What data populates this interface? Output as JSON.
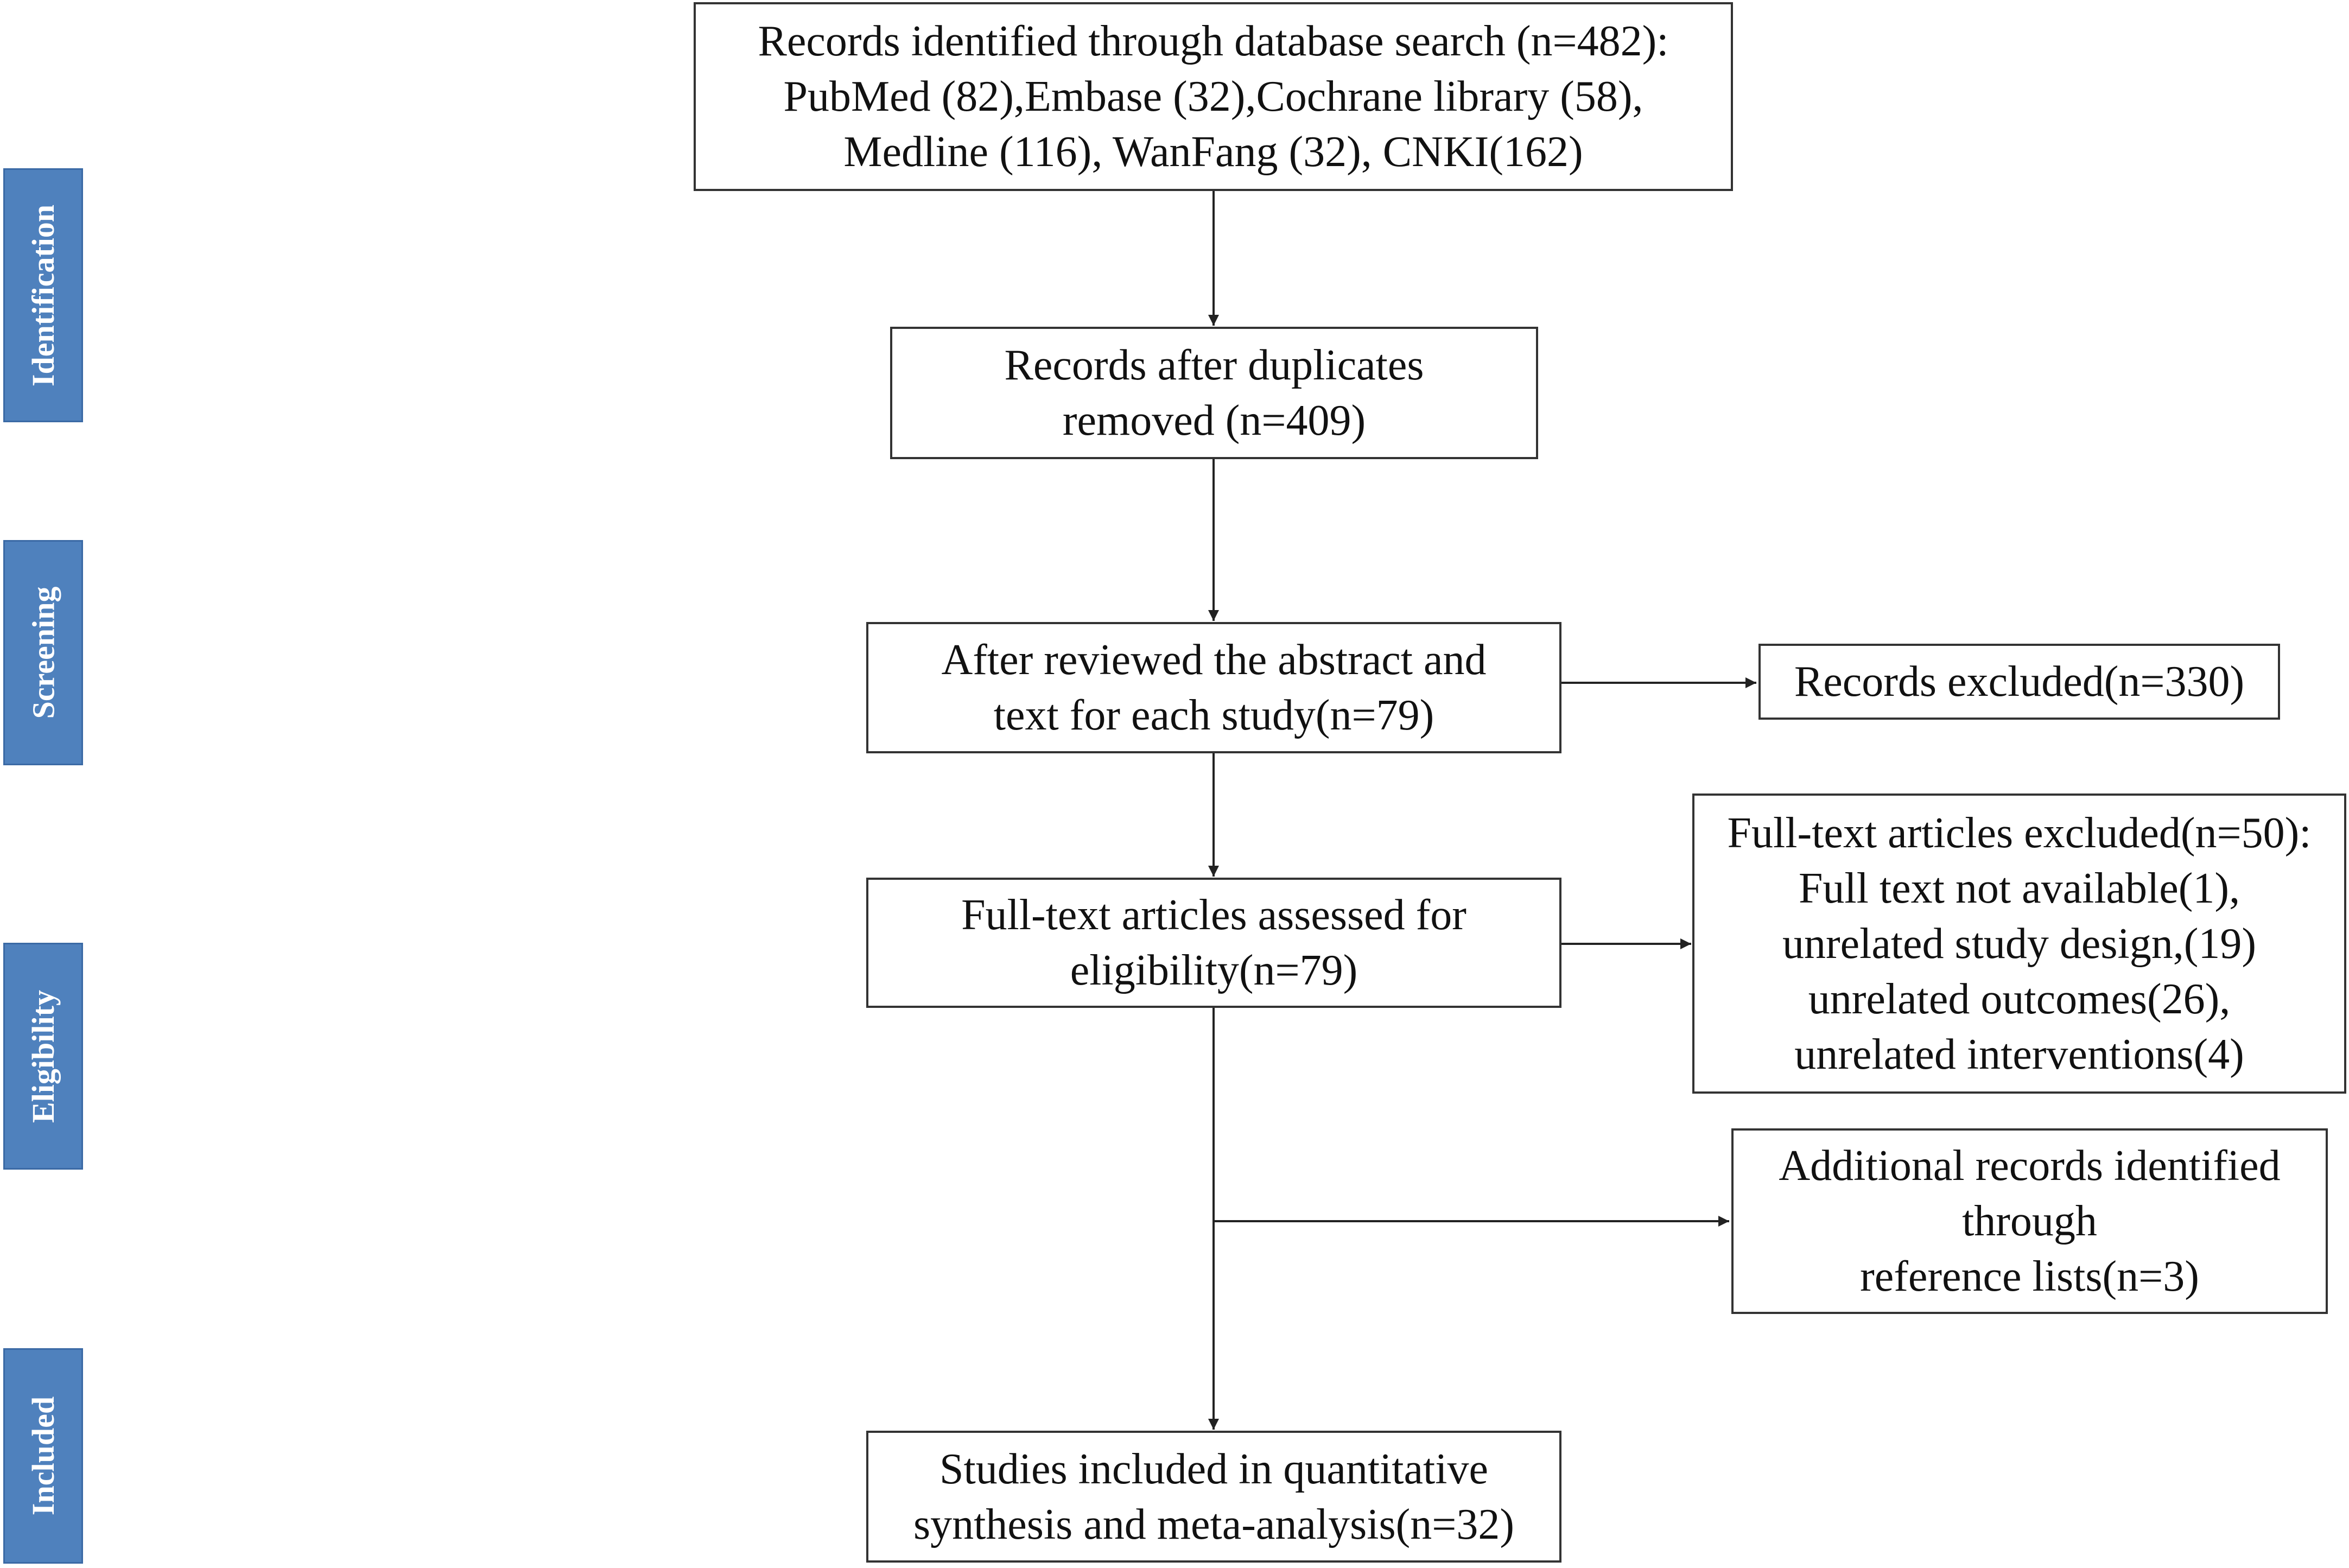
{
  "colors": {
    "stage_tab_fill": "#4f81bd",
    "box_border": "#333333",
    "arrow": "#222222"
  },
  "stages": {
    "identification": "Identification",
    "screening": "Screening",
    "eligibility": "Eligibility",
    "included": "Included"
  },
  "boxes": {
    "database_search": [
      "Records identified through database search (n=482):",
      "PubMed (82),Embase (32),Cochrane library (58),",
      "Medline (116), WanFang (32), CNKI(162)"
    ],
    "duplicates_removed": [
      "Records after duplicates",
      "removed (n=409)"
    ],
    "abstract_review": [
      "After reviewed the abstract and",
      "text for each study(n=79)"
    ],
    "records_excluded": [
      "Records excluded(n=330)"
    ],
    "full_text_assessed": [
      "Full-text articles assessed for",
      "eligibility(n=79)"
    ],
    "full_text_excluded": [
      "Full-text articles excluded(n=50):",
      "Full text not available(1),",
      "unrelated study design,(19)",
      "unrelated outcomes(26),",
      "unrelated interventions(4)"
    ],
    "additional_records": [
      "Additional records identified",
      "through",
      "reference lists(n=3)"
    ],
    "studies_included": [
      "Studies included in quantitative",
      "synthesis and meta-analysis(n=32)"
    ]
  }
}
